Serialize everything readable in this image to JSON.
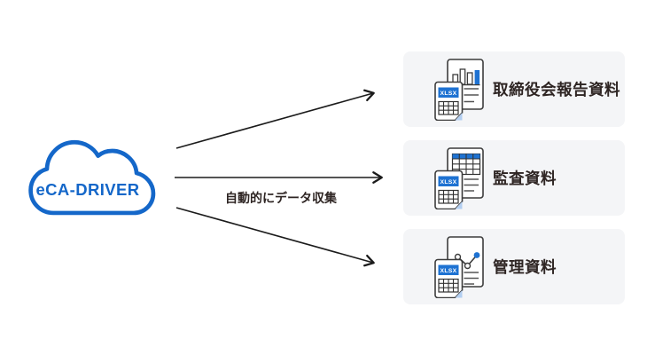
{
  "cloud": {
    "label": "eCA-DRIVER"
  },
  "flow": {
    "label": "自動的にデータ収集"
  },
  "cards": [
    {
      "label": "取締役会報告資料",
      "badge": "XLSX",
      "icon": "bar-chart-xlsx-documents"
    },
    {
      "label": "監査資料",
      "badge": "XLSX",
      "icon": "table-xlsx-documents"
    },
    {
      "label": "管理資料",
      "badge": "XLSX",
      "icon": "line-chart-xlsx-documents"
    }
  ],
  "colors": {
    "accent_blue": "#1467C9",
    "badge_blue": "#1E72D2",
    "fold_blue": "#B3CFF2",
    "card_background": "#F4F5F7",
    "text_dark": "#2E2523",
    "arrow_black": "#1B1B1B"
  }
}
